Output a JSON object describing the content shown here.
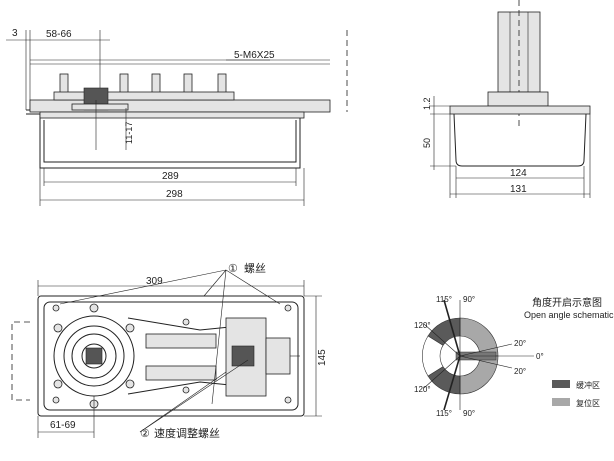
{
  "front_view": {
    "dims": {
      "offset": "3",
      "hole_span": "58-66",
      "screws": "5-M6X25",
      "height": "11-17",
      "inner_len": "289",
      "outer_len": "298"
    }
  },
  "side_view": {
    "dims": {
      "top": "1.2",
      "depth": "50",
      "inner_w": "124",
      "outer_w": "131"
    }
  },
  "plan_view": {
    "dims": {
      "length": "309",
      "width": "145",
      "offset": "61-69"
    },
    "callouts": {
      "screw_no": "①",
      "screw_label": "螺丝",
      "speed_no": "②",
      "speed_label": "速度调整螺丝"
    }
  },
  "angle_schematic": {
    "title_cn": "角度开启示意图",
    "title_en": "Open angle schematic",
    "angles": {
      "a115_top": "115°",
      "a90_top": "90°",
      "a120_top": "120°",
      "a20_top": "20°",
      "a0": "0°",
      "a20_bot": "20°",
      "a120_bot": "120°",
      "a115_bot": "115°",
      "a90_bot": "90°"
    },
    "legend": [
      {
        "label": "缓冲区",
        "color": "#5a5a5a"
      },
      {
        "label": "复位区",
        "color": "#a8a8a8"
      }
    ]
  }
}
